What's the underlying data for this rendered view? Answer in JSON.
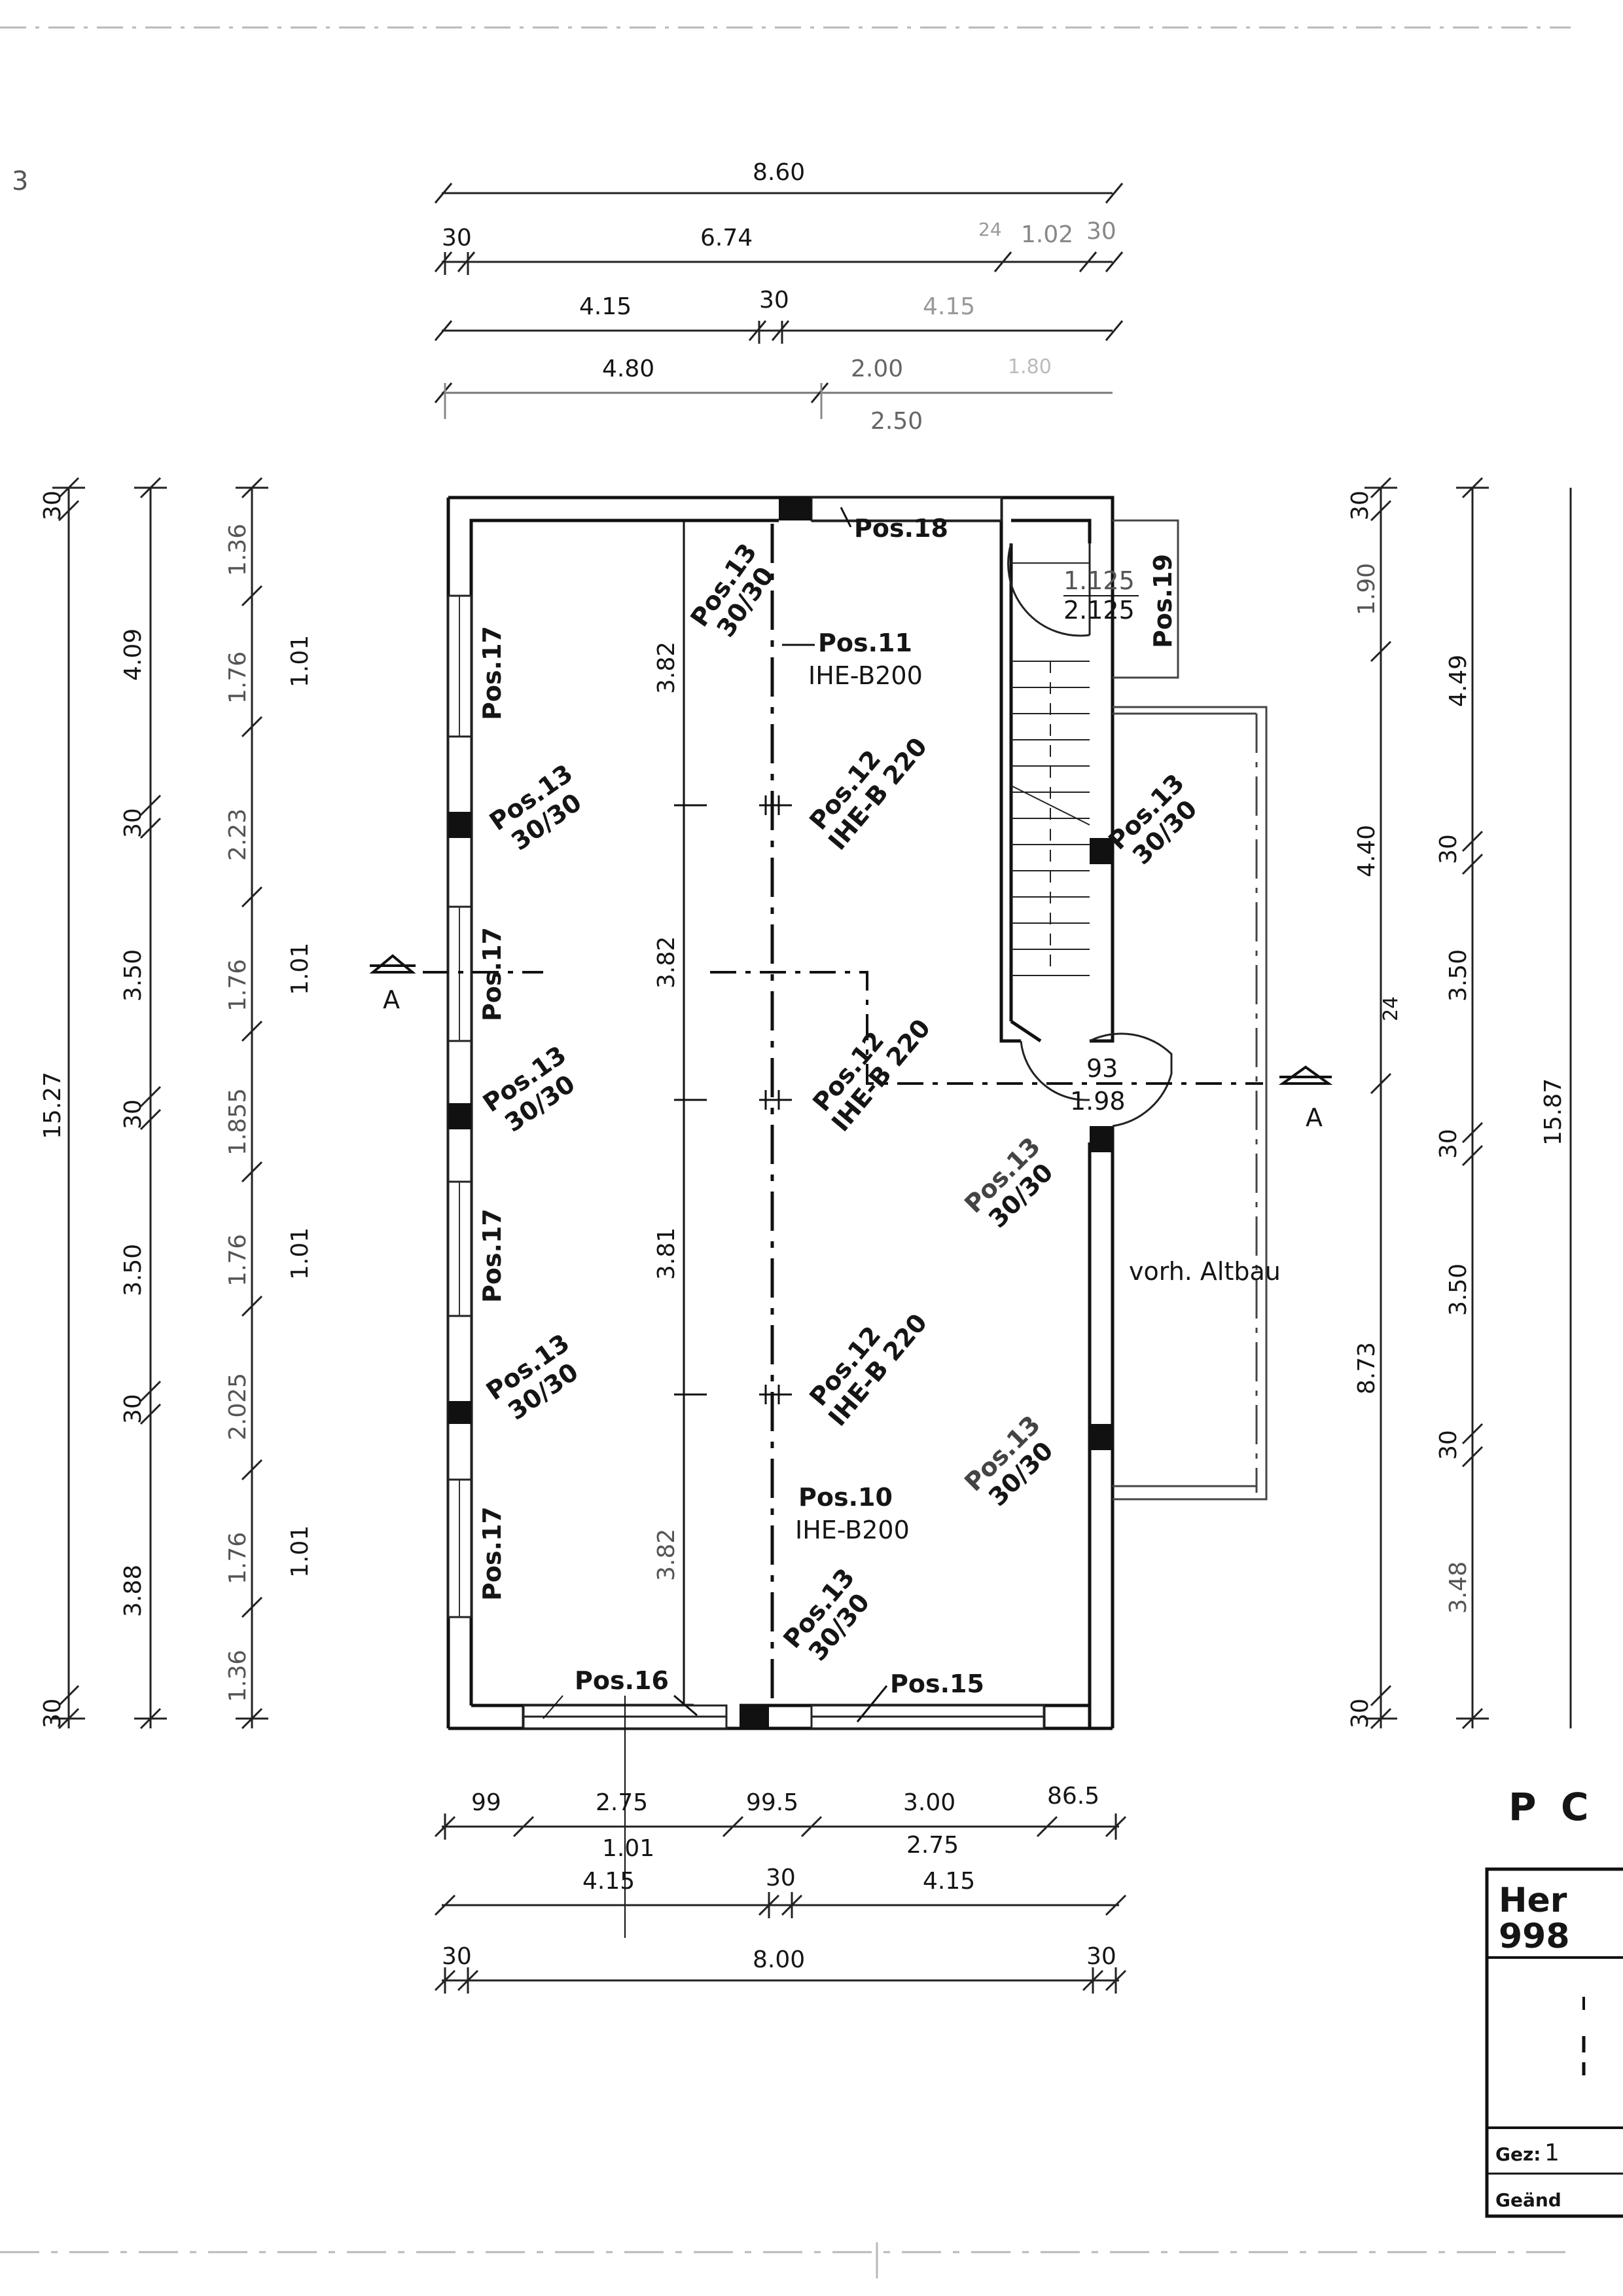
{
  "top_dimensions": {
    "row1": {
      "total": "8.60"
    },
    "row2": {
      "left": "30",
      "mid": "6.74",
      "right_a": "24",
      "right_b": "1.02",
      "right_c": "30"
    },
    "row3": {
      "left": "4.15",
      "mid": "30",
      "right": "4.15"
    },
    "row4": {
      "left": "4.80",
      "mid": "2.00",
      "right": "1.80",
      "below": "2.50"
    }
  },
  "left_dimensions": {
    "col1": [
      "30",
      "15.27",
      "30"
    ],
    "col2": [
      "4.09",
      "30",
      "3.50",
      "30",
      "3.50",
      "30",
      "3.88"
    ],
    "col3": [
      "1.36",
      "1.76",
      "2.23",
      "1.76",
      "1.855",
      "1.76",
      "2.025",
      "1.76",
      "1.36"
    ],
    "col4": [
      "1.01",
      "1.01",
      "1.01",
      "1.01"
    ]
  },
  "right_dimensions": {
    "col1": [
      "30",
      "1.90",
      "4.40",
      "8.73",
      "30"
    ],
    "col2": [
      "4.49",
      "30",
      "3.50",
      "24",
      "30",
      "3.50",
      "30",
      "3.48"
    ],
    "col3": [
      "15.87"
    ]
  },
  "bottom_dimensions": {
    "row1": [
      "99",
      "2.75",
      "99.5",
      "3.00",
      "86.5"
    ],
    "row1_sub": [
      "1.01",
      "2.75"
    ],
    "row2": [
      "4.15",
      "30",
      "4.15"
    ],
    "row3": [
      "30",
      "8.00",
      "30"
    ]
  },
  "interior_dimensions": {
    "span1": "3.82",
    "span2": "3.82",
    "span3": "3.81",
    "span4": "3.82"
  },
  "labels": {
    "pos10": "Pos.10",
    "pos10_profile": "IHE-B200",
    "pos11": "Pos.11",
    "pos11_profile": "IHE-B200",
    "pos12": "Pos.12",
    "pos12_profile": "IHE-B 220",
    "pos13": "Pos.13",
    "pos13_size": "30/30",
    "pos15": "Pos.15",
    "pos16": "Pos.16",
    "pos17": "Pos.17",
    "pos18": "Pos.18",
    "pos19": "Pos.19",
    "stair_a": "1.125",
    "stair_b": "2.125",
    "door_w": "93",
    "door_h": "1.98",
    "altbau": "vorh. Altbau",
    "section": "A"
  },
  "title_block": {
    "letter_p": "P",
    "letter_c": "C",
    "owner_line1": "Her",
    "owner_line2": "998",
    "drawn_label": "Gez:",
    "drawn_value": "1",
    "changed_label": "Geänd"
  },
  "margin_mark": "3"
}
